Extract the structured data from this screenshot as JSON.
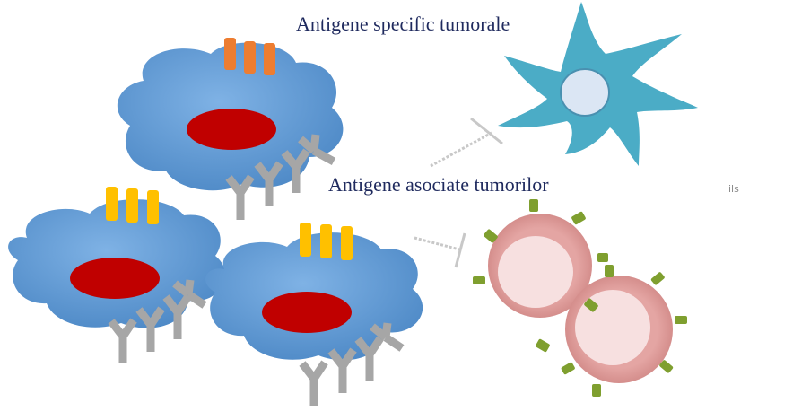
{
  "labels": {
    "specific": "Antigene specific tumorale",
    "associated": "Antigene asociate tumorilor",
    "fragment": "ils"
  },
  "colors": {
    "tumor_cell": "#5b9bd5",
    "tumor_cell_edge": "#4a86c4",
    "nucleus": "#c00000",
    "receptor": "#a6a6a6",
    "specific_antigen": "#ed7d31",
    "associated_antigen": "#ffc000",
    "dendritic_cell": "#4bacc6",
    "dendritic_nucleus": "#dbe6f4",
    "lymphocyte": "#d99694",
    "lymphocyte_inner": "#f5d5d5",
    "lymphocyte_antigen": "#7f9f2f",
    "arrow": "#c8c8c8",
    "label_text": "#1f2a5e"
  }
}
